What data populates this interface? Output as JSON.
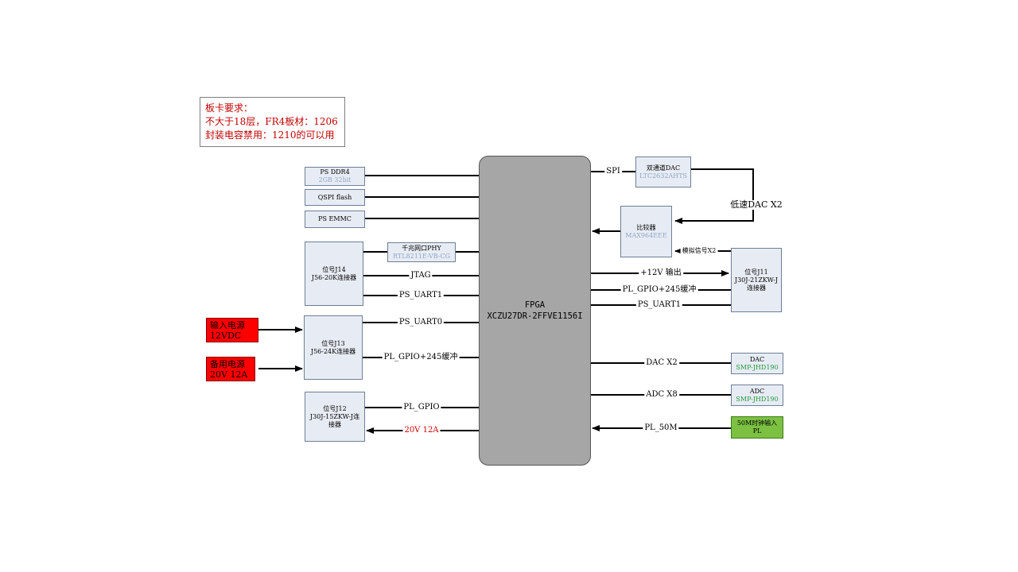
{
  "note": {
    "line1": "板卡要求：",
    "line2": "不大于18层，FR4板材：1206",
    "line3": "封装电容禁用：1210的可以用"
  },
  "fpga": {
    "title": "FPGA",
    "part": "XCZU27DR-2FFVE1156I"
  },
  "blocks": {
    "ps_ddr4": {
      "title": "PS DDR4",
      "sub": "2GB 32bit"
    },
    "qspi": {
      "title": "QSPI flash"
    },
    "emmc": {
      "title": "PS EMMC"
    },
    "phy": {
      "title": "千兆网口PHY",
      "sub": "RTL8211E-VB-CG"
    },
    "j14": {
      "l1": "位号J14",
      "l2": "J56-20K连接器"
    },
    "j13": {
      "l1": "位号J13",
      "l2": "J56-24K连接器"
    },
    "j12": {
      "l1": "位号J12",
      "l2": "J30J-15ZKW-J连",
      "l3": "接器"
    },
    "pwr_in": {
      "l1": "输入电源",
      "l2": "12VDC"
    },
    "pwr_bak": {
      "l1": "备用电源",
      "l2": "20V 12A"
    },
    "dac_chip": {
      "title": "双通道DAC",
      "sub": "LTC2632AHTS"
    },
    "comparator": {
      "title": "比较器",
      "sub": "MAX964EEE"
    },
    "j11": {
      "l1": "位号J11",
      "l2": "J30J-21ZKW-J",
      "l3": "连接器"
    },
    "dac_smp": {
      "title": "DAC",
      "sub": "SMP-JHD190"
    },
    "adc_smp": {
      "title": "ADC",
      "sub": "SMP-JHD190"
    },
    "clk50": {
      "l1": "50M时钟输入",
      "l2": "PL"
    }
  },
  "labels": {
    "spi": "SPI",
    "low_dac": "低速DAC X2",
    "analog_x2": "模拟信号X2",
    "p12v_out": "+12V 输出",
    "pl_gpio_right": "PL_GPIO+245缓冲",
    "ps_uart1_right": "PS_UART1",
    "jtag": "JTAG",
    "ps_uart1_left": "PS_UART1",
    "ps_uart0": "PS_UART0",
    "pl_gpio_left": "PL_GPIO+245缓冲",
    "pl_gpio": "PL_GPIO",
    "v20_12a": "20V 12A",
    "dac_x2": "DAC X2",
    "adc_x8": "ADC X8",
    "pl_50m": "PL_50M"
  }
}
